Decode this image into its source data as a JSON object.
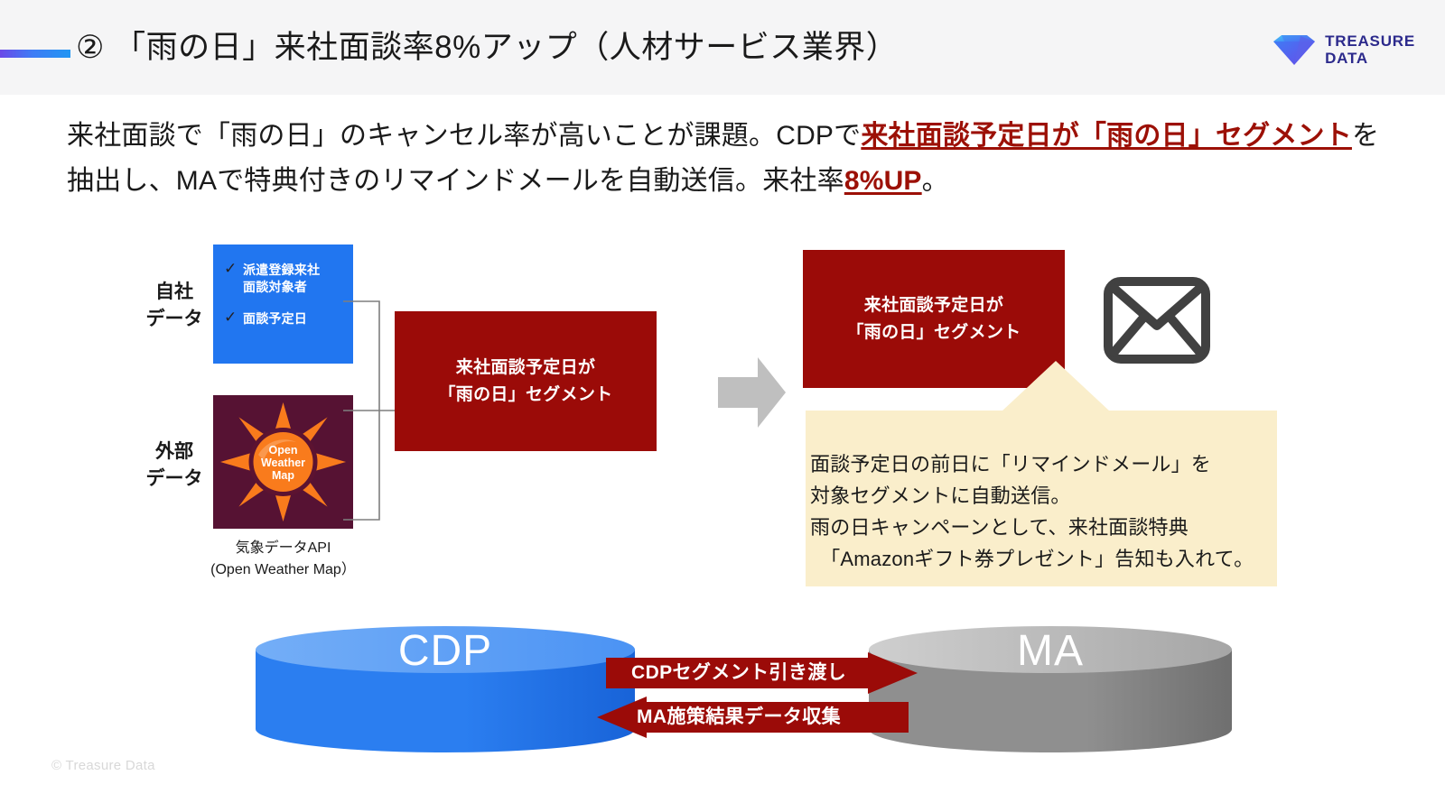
{
  "header": {
    "title": "② 「雨の日」来社面談率8%アップ（人材サービス業界）",
    "accent_colors": [
      "#6b49e8",
      "#2196f3"
    ],
    "brand_line1": "TREASURE",
    "brand_line2": "DATA",
    "brand_icon": "diamond-icon",
    "background": "#f5f5f6"
  },
  "lead": {
    "part1": "来社面談で「雨の日」のキャンセル率が高いことが課題。CDPで",
    "highlight1": "来社面談予定日が「雨の日」セグメント",
    "part2": "を抽出し、MAで特典付きのリマインドメールを自動送信。来社率",
    "highlight2": "8%UP",
    "part3": "。",
    "highlight_color": "#9c1006"
  },
  "diagram": {
    "own_data_label": "自社\nデータ",
    "own_data_label_line1": "自社",
    "own_data_label_line2": "データ",
    "own_data_items": [
      "派遣登録来社\n面談対象者",
      "面談予定日"
    ],
    "own_data_item1_line1": "派遣登録来社",
    "own_data_item1_line2": "面談対象者",
    "own_data_item2": "面談予定日",
    "own_data_box_color": "#2176f0",
    "check_glyph": "✓",
    "external_data_label_line1": "外部",
    "external_data_label_line2": "データ",
    "weather_logo_text_line1": "Open",
    "weather_logo_text_line2": "Weather",
    "weather_logo_text_line3": "Map",
    "weather_box_color": "#561233",
    "weather_sun_color": "#f97b1c",
    "weather_caption_line1": "気象データAPI",
    "weather_caption_line2": "(Open Weather Map）",
    "segment_box_line1": "来社面談予定日が",
    "segment_box_line2": "「雨の日」セグメント",
    "segment_box_color": "#9b0b08",
    "segment_box2_line1": "来社面談予定日が",
    "segment_box2_line2": "「雨の日」セグメント",
    "flow_arrow": "right-arrow-icon",
    "flow_arrow_color": "#bfbfbf",
    "mail_icon": "envelope-icon",
    "mail_icon_color": "#414141",
    "callout_color": "#faeecb",
    "callout_line1": "面談予定日の前日に「リマインドメール」を",
    "callout_line2": "対象セグメントに自動送信。",
    "callout_line3": "雨の日キャンペーンとして、来社面談特典",
    "callout_line4": "　「Amazonギフト券プレゼント」告知も入れて。"
  },
  "systems": {
    "cdp_label": "CDP",
    "cdp_color": "#2b7ef0",
    "ma_label": "MA",
    "ma_color": "#8f8f8f",
    "arrow_forward_label": "CDPセグメント引き渡し",
    "arrow_back_label": "MA施策結果データ収集",
    "arrow_color": "#9b0b08"
  },
  "footer": {
    "copyright": "© Treasure Data"
  }
}
